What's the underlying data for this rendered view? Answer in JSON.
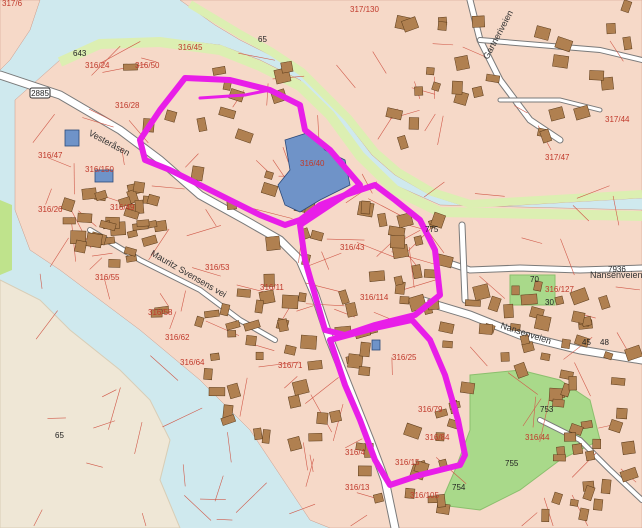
{
  "map": {
    "roads": {
      "vesteraasen": "Vesteråsen",
      "gartneriveien": "Gartneriveien",
      "nansenveien": "Nansenveien",
      "nansenveien_b": "Nansenveien",
      "mauritz_svensens_vei": "Mauritz Svensens vei"
    },
    "road_badge": "2885",
    "parcels": [
      {
        "id": "p1",
        "text": "317/6"
      },
      {
        "id": "p2",
        "text": "316/24"
      },
      {
        "id": "p3",
        "text": "316/50"
      },
      {
        "id": "p4",
        "text": "316/45"
      },
      {
        "id": "p5",
        "text": "316/28"
      },
      {
        "id": "p6",
        "text": "316/47"
      },
      {
        "id": "p7",
        "text": "316/150"
      },
      {
        "id": "p8",
        "text": "316/26"
      },
      {
        "id": "p9",
        "text": "316/49"
      },
      {
        "id": "p10",
        "text": "316/40"
      },
      {
        "id": "p11",
        "text": "316/55"
      },
      {
        "id": "p12",
        "text": "316/58"
      },
      {
        "id": "p13",
        "text": "316/62"
      },
      {
        "id": "p14",
        "text": "316/64"
      },
      {
        "id": "p15",
        "text": "316/43"
      },
      {
        "id": "p16",
        "text": "316/114"
      },
      {
        "id": "p17",
        "text": "316/25"
      },
      {
        "id": "p18",
        "text": "316/79"
      },
      {
        "id": "p19",
        "text": "316/84"
      },
      {
        "id": "p20",
        "text": "316/13"
      },
      {
        "id": "p21",
        "text": "316/105"
      },
      {
        "id": "p22",
        "text": "316/44"
      },
      {
        "id": "p23",
        "text": "316/127"
      },
      {
        "id": "p24",
        "text": "317/130"
      },
      {
        "id": "p25",
        "text": "317/47"
      },
      {
        "id": "p26",
        "text": "317/44"
      },
      {
        "id": "p27",
        "text": "316/53"
      },
      {
        "id": "p28",
        "text": "316/11"
      },
      {
        "id": "p29",
        "text": "316/71"
      },
      {
        "id": "p30",
        "text": "316/4"
      },
      {
        "id": "p31",
        "text": "316/15"
      }
    ],
    "numbers": [
      {
        "id": "n1",
        "text": "643"
      },
      {
        "id": "n2",
        "text": "65"
      },
      {
        "id": "n3",
        "text": "65"
      },
      {
        "id": "n4",
        "text": "775"
      },
      {
        "id": "n5",
        "text": "753"
      },
      {
        "id": "n6",
        "text": "755"
      },
      {
        "id": "n7",
        "text": "754"
      },
      {
        "id": "n8",
        "text": "7936"
      },
      {
        "id": "n9",
        "text": "70"
      },
      {
        "id": "n10",
        "text": "45"
      },
      {
        "id": "n11",
        "text": "48"
      },
      {
        "id": "n12",
        "text": "30"
      }
    ]
  },
  "colors": {
    "water": "#cfe9ee",
    "land": "#f6d9c8",
    "riverbank": "#dcefb2",
    "park": "#a9d98a",
    "building": "#b08050",
    "public_building": "#6f93c8",
    "road": "#ffffff",
    "road_edge": "#7a7a7a",
    "highlight": "#e81ee8",
    "parcel_line": "#d05a4a",
    "sand": "#efe7d6"
  }
}
